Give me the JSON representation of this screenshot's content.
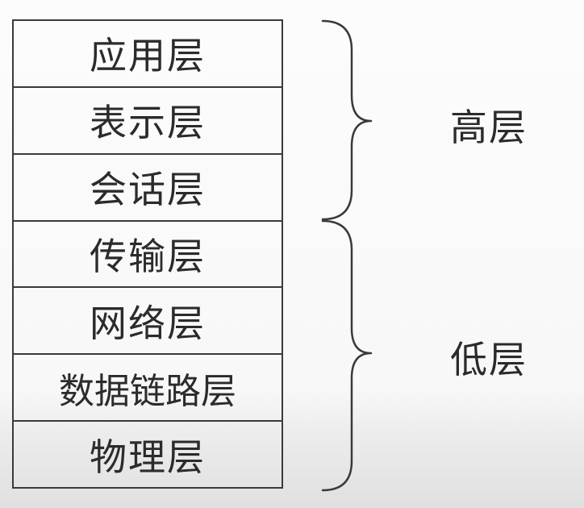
{
  "layers": [
    "应用层",
    "表示层",
    "会话层",
    "传输层",
    "网络层",
    "数据链路层",
    "物理层"
  ],
  "groups": {
    "high": "高层",
    "low": "低层"
  }
}
